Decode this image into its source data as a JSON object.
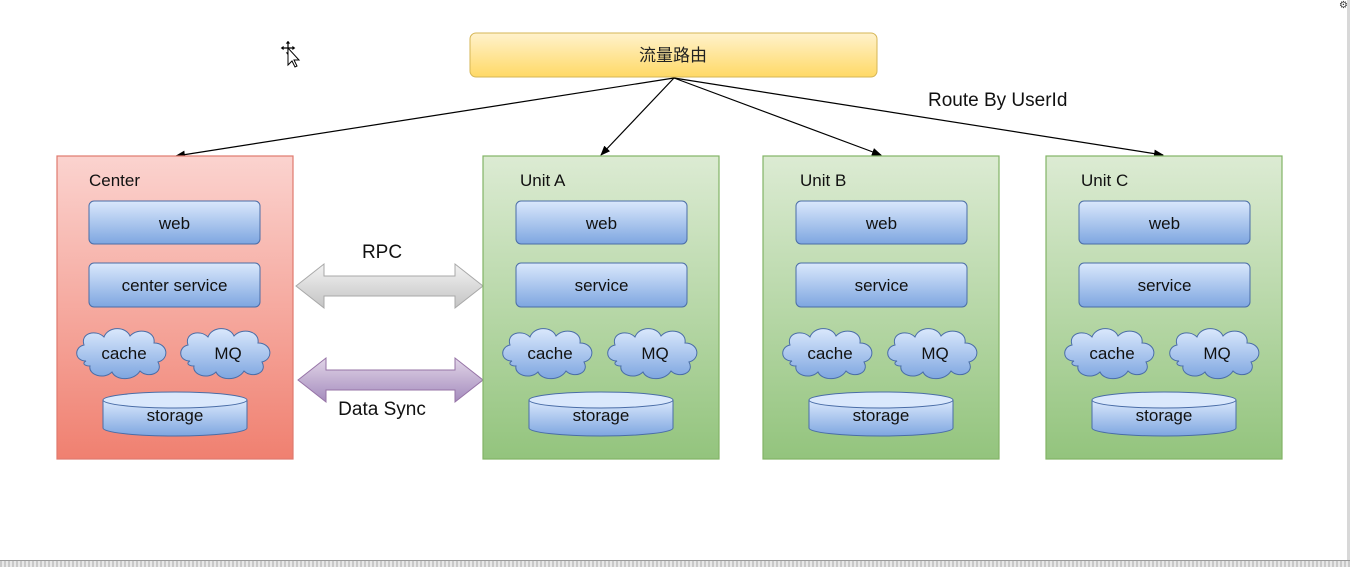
{
  "router": {
    "label": "流量路由"
  },
  "route_label": "Route By UserId",
  "links": {
    "rpc": "RPC",
    "sync": "Data Sync"
  },
  "center": {
    "title": "Center",
    "web": "web",
    "service": "center service",
    "cache": "cache",
    "mq": "MQ",
    "storage": "storage"
  },
  "units": [
    {
      "title": "Unit A",
      "web": "web",
      "service": "service",
      "cache": "cache",
      "mq": "MQ",
      "storage": "storage"
    },
    {
      "title": "Unit B",
      "web": "web",
      "service": "service",
      "cache": "cache",
      "mq": "MQ",
      "storage": "storage"
    },
    {
      "title": "Unit C",
      "web": "web",
      "service": "service",
      "cache": "cache",
      "mq": "MQ",
      "storage": "storage"
    }
  ],
  "colors": {
    "center_fill_top": "#fbd3cf",
    "center_fill_bottom": "#f08070",
    "center_stroke": "#e07a6e",
    "unit_fill_top": "#dcebd3",
    "unit_fill_bottom": "#93c47d",
    "unit_stroke": "#82b366",
    "node_fill_top": "#dae8fc",
    "node_fill_bottom": "#7ea6e0",
    "node_stroke": "#4a6da7",
    "router_fill_top": "#fff2cc",
    "router_fill_bottom": "#ffd966",
    "router_stroke": "#d6b656",
    "rpc_arrow": "#d4d4d4",
    "sync_arrow": "#b5a0c8"
  }
}
